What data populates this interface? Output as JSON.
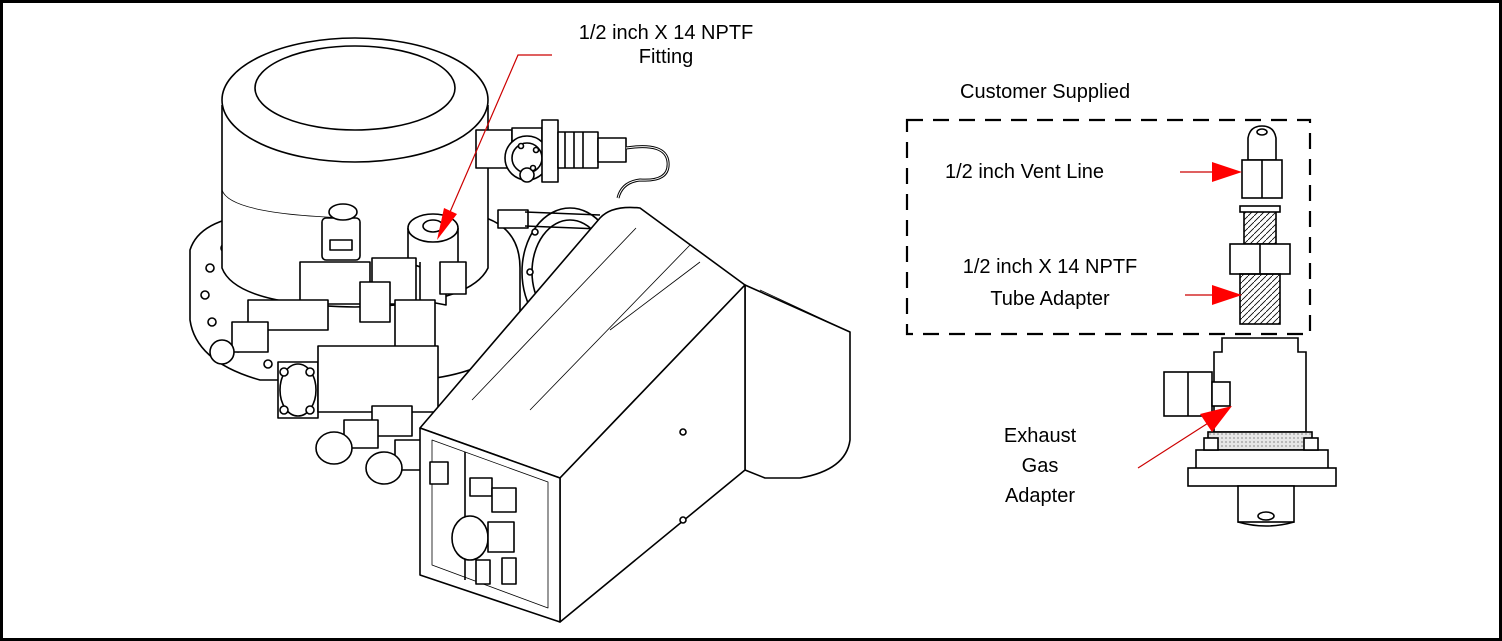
{
  "labels": {
    "fitting_line1": "1/2 inch X 14 NPTF",
    "fitting_line2": "Fitting",
    "customer_supplied": "Customer Supplied",
    "vent_line": "1/2 inch Vent Line",
    "tube_adapter_line1": "1/2 inch X 14 NPTF",
    "tube_adapter_line2": "Tube Adapter",
    "exhaust_line1": "Exhaust",
    "exhaust_line2": "Gas",
    "exhaust_line3": "Adapter"
  },
  "colors": {
    "line": "#000000",
    "leader": "#cc0000",
    "arrow": "#ff0000",
    "filter": "#cfcfcf"
  }
}
